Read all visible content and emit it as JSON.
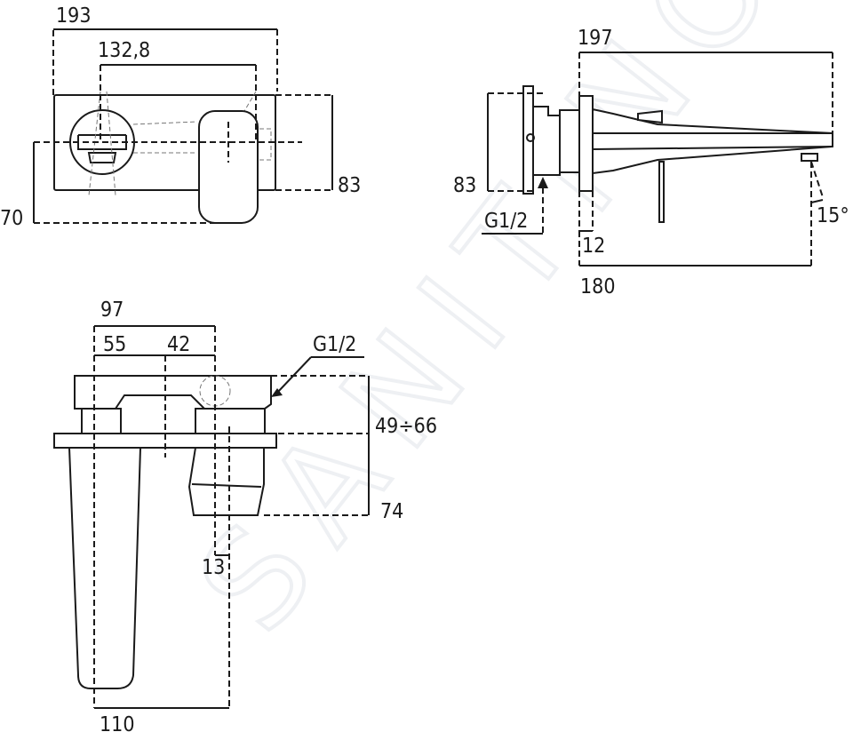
{
  "watermark": "SANITINO",
  "front_view": {
    "width_total": "193",
    "hole_spacing": "132,8",
    "plate_height": "83",
    "lever_offset": "70"
  },
  "side_view": {
    "spout_length": "197",
    "plate_height": "83",
    "connection": "G1/2",
    "flange_depth": "12",
    "outlet_reach": "180",
    "outlet_angle": "15°"
  },
  "bottom_view": {
    "width": "97",
    "left_offset": "55",
    "right_offset": "42",
    "connection": "G1/2",
    "install_depth": "49÷66",
    "cartridge_depth": "74",
    "pin_width": "13",
    "spout_width": "110"
  }
}
